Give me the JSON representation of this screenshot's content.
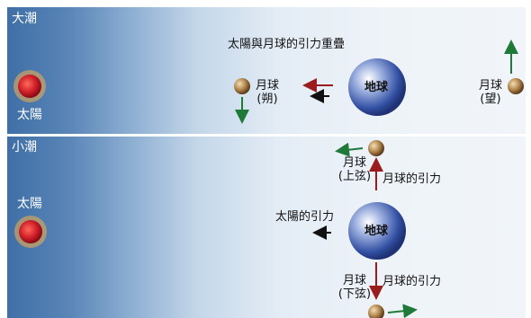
{
  "spring_tide": {
    "title": "大潮",
    "sun_label": "太陽",
    "overlap_label": "太陽與月球的引力重疊",
    "earth_label": "地球",
    "new_moon_label": "月球",
    "new_moon_phase": "(朔)",
    "full_moon_label": "月球",
    "full_moon_phase": "(望)"
  },
  "neap_tide": {
    "title": "小潮",
    "sun_label": "太陽",
    "sun_gravity_label": "太陽的引力",
    "earth_label": "地球",
    "first_quarter_label": "月球",
    "first_quarter_phase": "(上弦)",
    "first_quarter_gravity": "月球的引力",
    "last_quarter_label": "月球",
    "last_quarter_phase": "(下弦)",
    "last_quarter_gravity": "月球的引力"
  },
  "colors": {
    "sun": "#c8102e",
    "earth": "#2f4fa0",
    "gravity_arrow": "#9b1c1c",
    "orbit_arrow": "#1f7a3a",
    "sun_arrow": "#111111"
  }
}
